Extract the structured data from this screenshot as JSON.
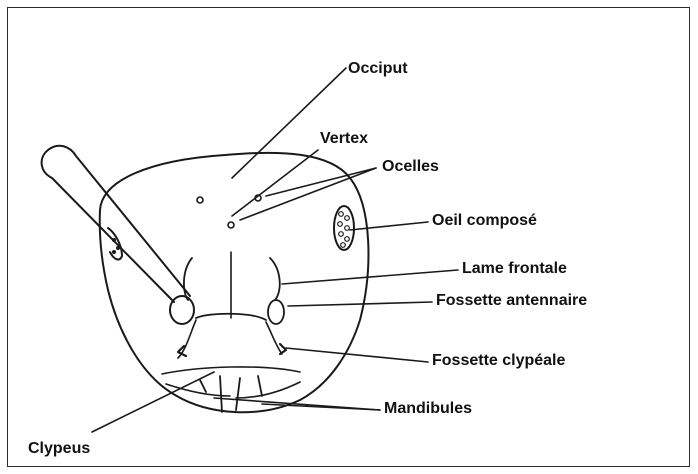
{
  "figure": {
    "labels": {
      "occiput": "Occiput",
      "vertex": "Vertex",
      "ocelles": "Ocelles",
      "oeil_compose": "Oeil composé",
      "lame_frontale": "Lame frontale",
      "fossette_antennaire": "Fossette antennaire",
      "fossette_clypeale": "Fossette clypéale",
      "mandibules": "Mandibules",
      "clypeus": "Clypeus"
    }
  },
  "colors": {
    "ink": "#1a1a1a",
    "background": "#ffffff",
    "frame": "#2a2a2a"
  }
}
